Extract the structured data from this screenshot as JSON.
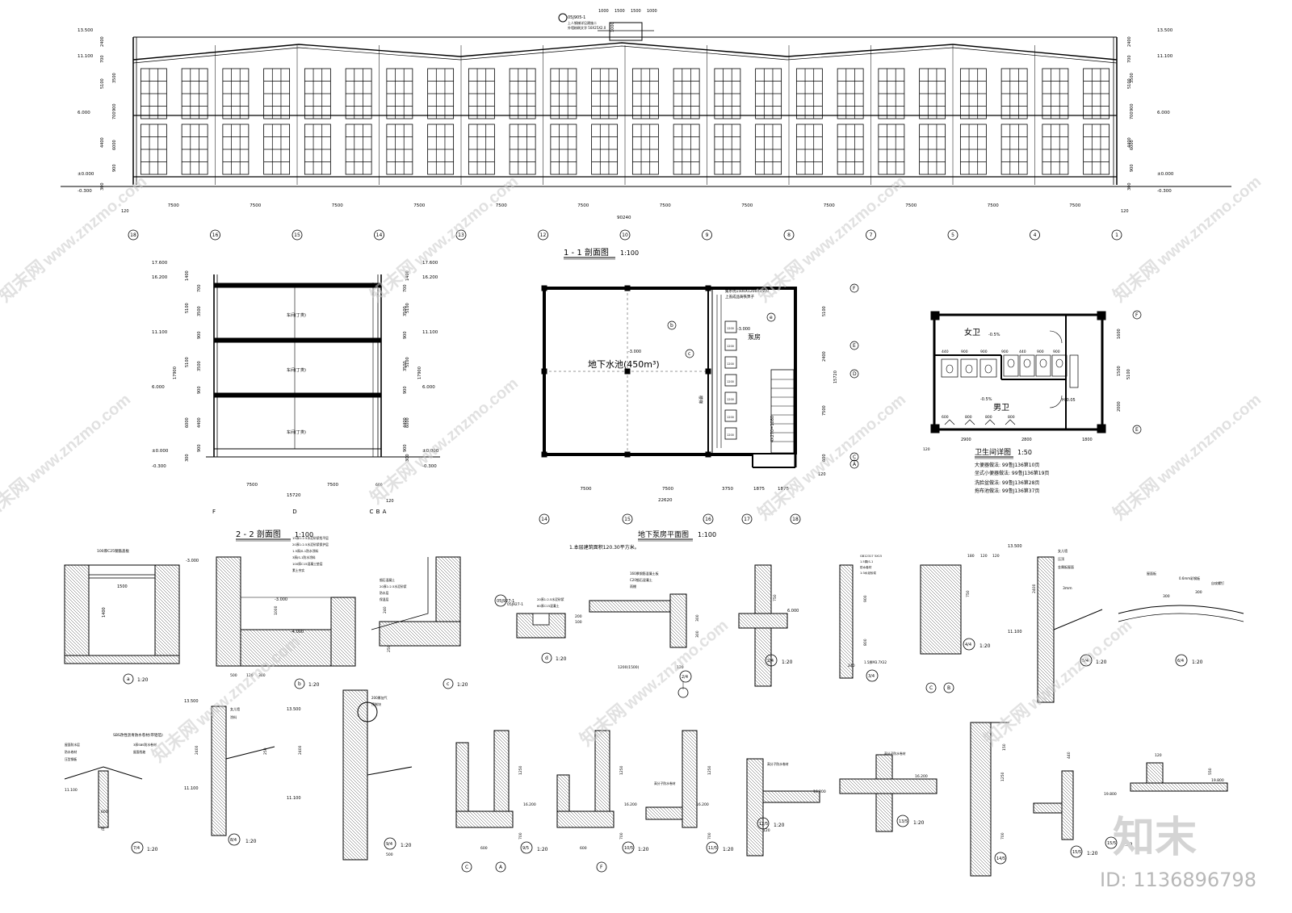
{
  "section11": {
    "title": "1 - 1 剖面图",
    "scale": "1:100",
    "top_mark": "05J905-1",
    "top_note": "上人钢梯详见建施二",
    "top_note2": "外墙粉刷文字 50X25X2.0",
    "top_dims": [
      "1000",
      "1500",
      "1500",
      "1000"
    ],
    "chimney_dim": "1000",
    "elev_left": [
      "13.500",
      "11.100",
      "6.000",
      "±0.000",
      "-0.300"
    ],
    "elev_right": [
      "13.500",
      "11.100",
      "6.000",
      "±0.000",
      "-0.300"
    ],
    "vdims_left": [
      "2400",
      "700",
      "3500",
      "5100",
      "900",
      "700",
      "4400",
      "6000",
      "900",
      "300"
    ],
    "vdims_right": [
      "2400",
      "700",
      "3500",
      "5100",
      "900",
      "700",
      "4400",
      "6000",
      "900",
      "300"
    ],
    "spans": [
      "7500",
      "7500",
      "7500",
      "7500",
      "7500",
      "7500",
      "7500",
      "7500",
      "7500",
      "7500",
      "7500",
      "7500"
    ],
    "total": "90240",
    "edge": "120",
    "axes": [
      "18",
      "16",
      "15",
      "14",
      "13",
      "12",
      "10",
      "9",
      "8",
      "7",
      "5",
      "4",
      "1"
    ]
  },
  "section22": {
    "title": "2 - 2 剖面图",
    "scale": "1:100",
    "elev_left": [
      "17.600",
      "16.200",
      "11.100",
      "6.000",
      "±0.000",
      "-0.300"
    ],
    "elev_right": [
      "17.600",
      "16.200",
      "11.100",
      "6.000",
      "±0.000",
      "-0.300"
    ],
    "vdims": [
      "1400",
      "700",
      "3500",
      "5100",
      "900",
      "3500",
      "5100",
      "900",
      "4400",
      "6000",
      "900",
      "300"
    ],
    "total_h": "17900",
    "room": "车间(丁类)",
    "spans": [
      "7500",
      "7500",
      "600"
    ],
    "total": "15720",
    "edge": "120",
    "axes": [
      "F",
      "D",
      "C",
      "B",
      "A"
    ]
  },
  "pump": {
    "title": "地下泵房平面图",
    "scale": "1:100",
    "note": "1.本层建筑面积120.30平方米。",
    "pool_label": "地下水池(450m³)",
    "pool_elev": "-3.000",
    "pump_label": "泵房",
    "pump_elev": "-3.000",
    "top_note": "集水坑1500X1200X1500",
    "top_note2": "上盖成品铸铁箅子",
    "stair_label": "楼梯",
    "stair_dim": "4X270=1080",
    "small_dims": [
      "1200",
      "1200",
      "1200",
      "1200",
      "1200",
      "1200",
      "1200"
    ],
    "spans": [
      "7500",
      "7500",
      "3750",
      "1875",
      "1875"
    ],
    "total": "22620",
    "vdims": [
      "5100",
      "2400",
      "7500",
      "600"
    ],
    "total_v": "15720",
    "edge": "120",
    "axes_bottom": [
      "14",
      "15",
      "16",
      "17",
      "18"
    ],
    "axes_right": [
      "F",
      "E",
      "D",
      "C",
      "A"
    ],
    "callouts": [
      "b",
      "c",
      "e"
    ]
  },
  "toilet": {
    "title": "卫生间详图",
    "scale": "1:50",
    "female": "女卫",
    "male": "男卫",
    "slope": "-0.5%",
    "h_mark": "H-0.05",
    "dims_top": [
      "440",
      "900",
      "900",
      "900",
      "440",
      "900",
      "900"
    ],
    "dims_mid": [
      "600",
      "800",
      "800",
      "800"
    ],
    "spans": [
      "2900",
      "2800",
      "1800"
    ],
    "vdims": [
      "1600",
      "1500",
      "2000"
    ],
    "total_v": "5100",
    "edge": "120",
    "axes": [
      "F",
      "E"
    ],
    "notes": [
      "大便器做法: 99鲁J136第10页",
      "坐式小便器做法: 99鲁J136第19页",
      "洗脸盆做法: 99鲁J136第28页",
      "拖布池做法: 99鲁J136第37页"
    ]
  },
  "details": {
    "scale": "1:20",
    "labels": [
      "a",
      "b",
      "c",
      "d"
    ],
    "numbered": [
      "2/4",
      "3/4",
      "4/4",
      "5/4",
      "6/4",
      "7/4",
      "8/4",
      "9/4",
      "9/5",
      "10/5",
      "11/5",
      "12/5",
      "13/5",
      "14/5",
      "15/5"
    ],
    "a_dims": [
      "1500",
      "1400"
    ],
    "a_top": "100厚C25钢筋盖板",
    "a_elev": "-3.000",
    "b_elev": [
      "-3.000",
      "-4.000"
    ],
    "b_dims": [
      "500",
      "120",
      "300",
      "1000"
    ],
    "b_notes": [
      "15厚1:2.5水泥砂浆找平层",
      "20厚1:2.5水泥砂浆保护层",
      "1.5厚JS-1防水涂料",
      "3厚JS-1防水涂料",
      "100厚C15混凝土垫层",
      "素土夯实"
    ],
    "c_notes": [
      "细石混凝土",
      "20厚1:2.5水泥砂浆",
      "防水层",
      "保温层"
    ],
    "c_dims": [
      "250",
      "240"
    ],
    "d_mark": "05J927-1",
    "d_notes": [
      "20厚1:2.5水泥砂浆",
      "60厚C15混凝土"
    ],
    "d_dims": [
      "200",
      "100"
    ],
    "canopy_notes": [
      "160厚钢筋混凝土板",
      "C20细石混凝土",
      "雨棚"
    ],
    "canopy_dims": [
      "1200(1500)",
      "120",
      "300",
      "300",
      "100"
    ],
    "e2_elev": "6.000",
    "e2_dims": [
      "750",
      "120",
      "120",
      "120"
    ],
    "e3_notes": [
      "GB12317 5X15",
      "1.5厚JS-1",
      "防水卷材",
      "1:3水泥砂浆"
    ],
    "e3_dims": [
      "900",
      "800",
      "240"
    ],
    "e3_mark": "1.5厚M3.7X32",
    "e4_dims": [
      "180",
      "120",
      "120",
      "750"
    ],
    "e4_axes": [
      "C",
      "B"
    ],
    "e5_elev": [
      "13.500",
      "11.100"
    ],
    "e5_dims": [
      "2400",
      "3mm"
    ],
    "e5_notes": [
      "女儿墙",
      "压顶",
      "金属板屋面"
    ],
    "e6_notes": [
      "屋面板",
      "0.6mm彩钢板",
      "自攻螺钉"
    ],
    "e6_dims": [
      "300",
      "300"
    ],
    "r7_title": "SBS改性沥青防水卷材(带铝箔)",
    "r7_notes": [
      "屋面防水层",
      "3厚SBS防水卷材",
      "防水卷材",
      "屋面找坡",
      "压型钢板"
    ],
    "r7_elev": [
      "11.100"
    ],
    "r7_dims": [
      "600",
      "柱"
    ],
    "r8_elev": [
      "13.500",
      "11.100"
    ],
    "r8_dims": [
      "2400",
      "250",
      "60",
      "120",
      "120"
    ],
    "r8_notes": [
      "女儿墙",
      "涂料"
    ],
    "r9_notes": [
      "200厚加气",
      "预制块"
    ],
    "r9_dims": [
      "500",
      "120",
      "120"
    ],
    "g_dims": [
      "1250",
      "700",
      "600",
      "120",
      "150"
    ],
    "g_elev": [
      "16.200"
    ],
    "g_axes": [
      "C",
      "A",
      "F"
    ],
    "h_elev": [
      "16.200"
    ],
    "h_notes": [
      "高分子防水卷材"
    ],
    "i_elev": [
      "19.800"
    ],
    "i_dims": [
      "1250",
      "700",
      "150",
      "440",
      "550"
    ],
    "p_dims": [
      "120",
      "120",
      "60"
    ],
    "wm_center": "www.znzmo.com",
    "wm_logo": "知末网"
  },
  "brand": {
    "logo": "知末",
    "id": "ID: 1136896798"
  }
}
